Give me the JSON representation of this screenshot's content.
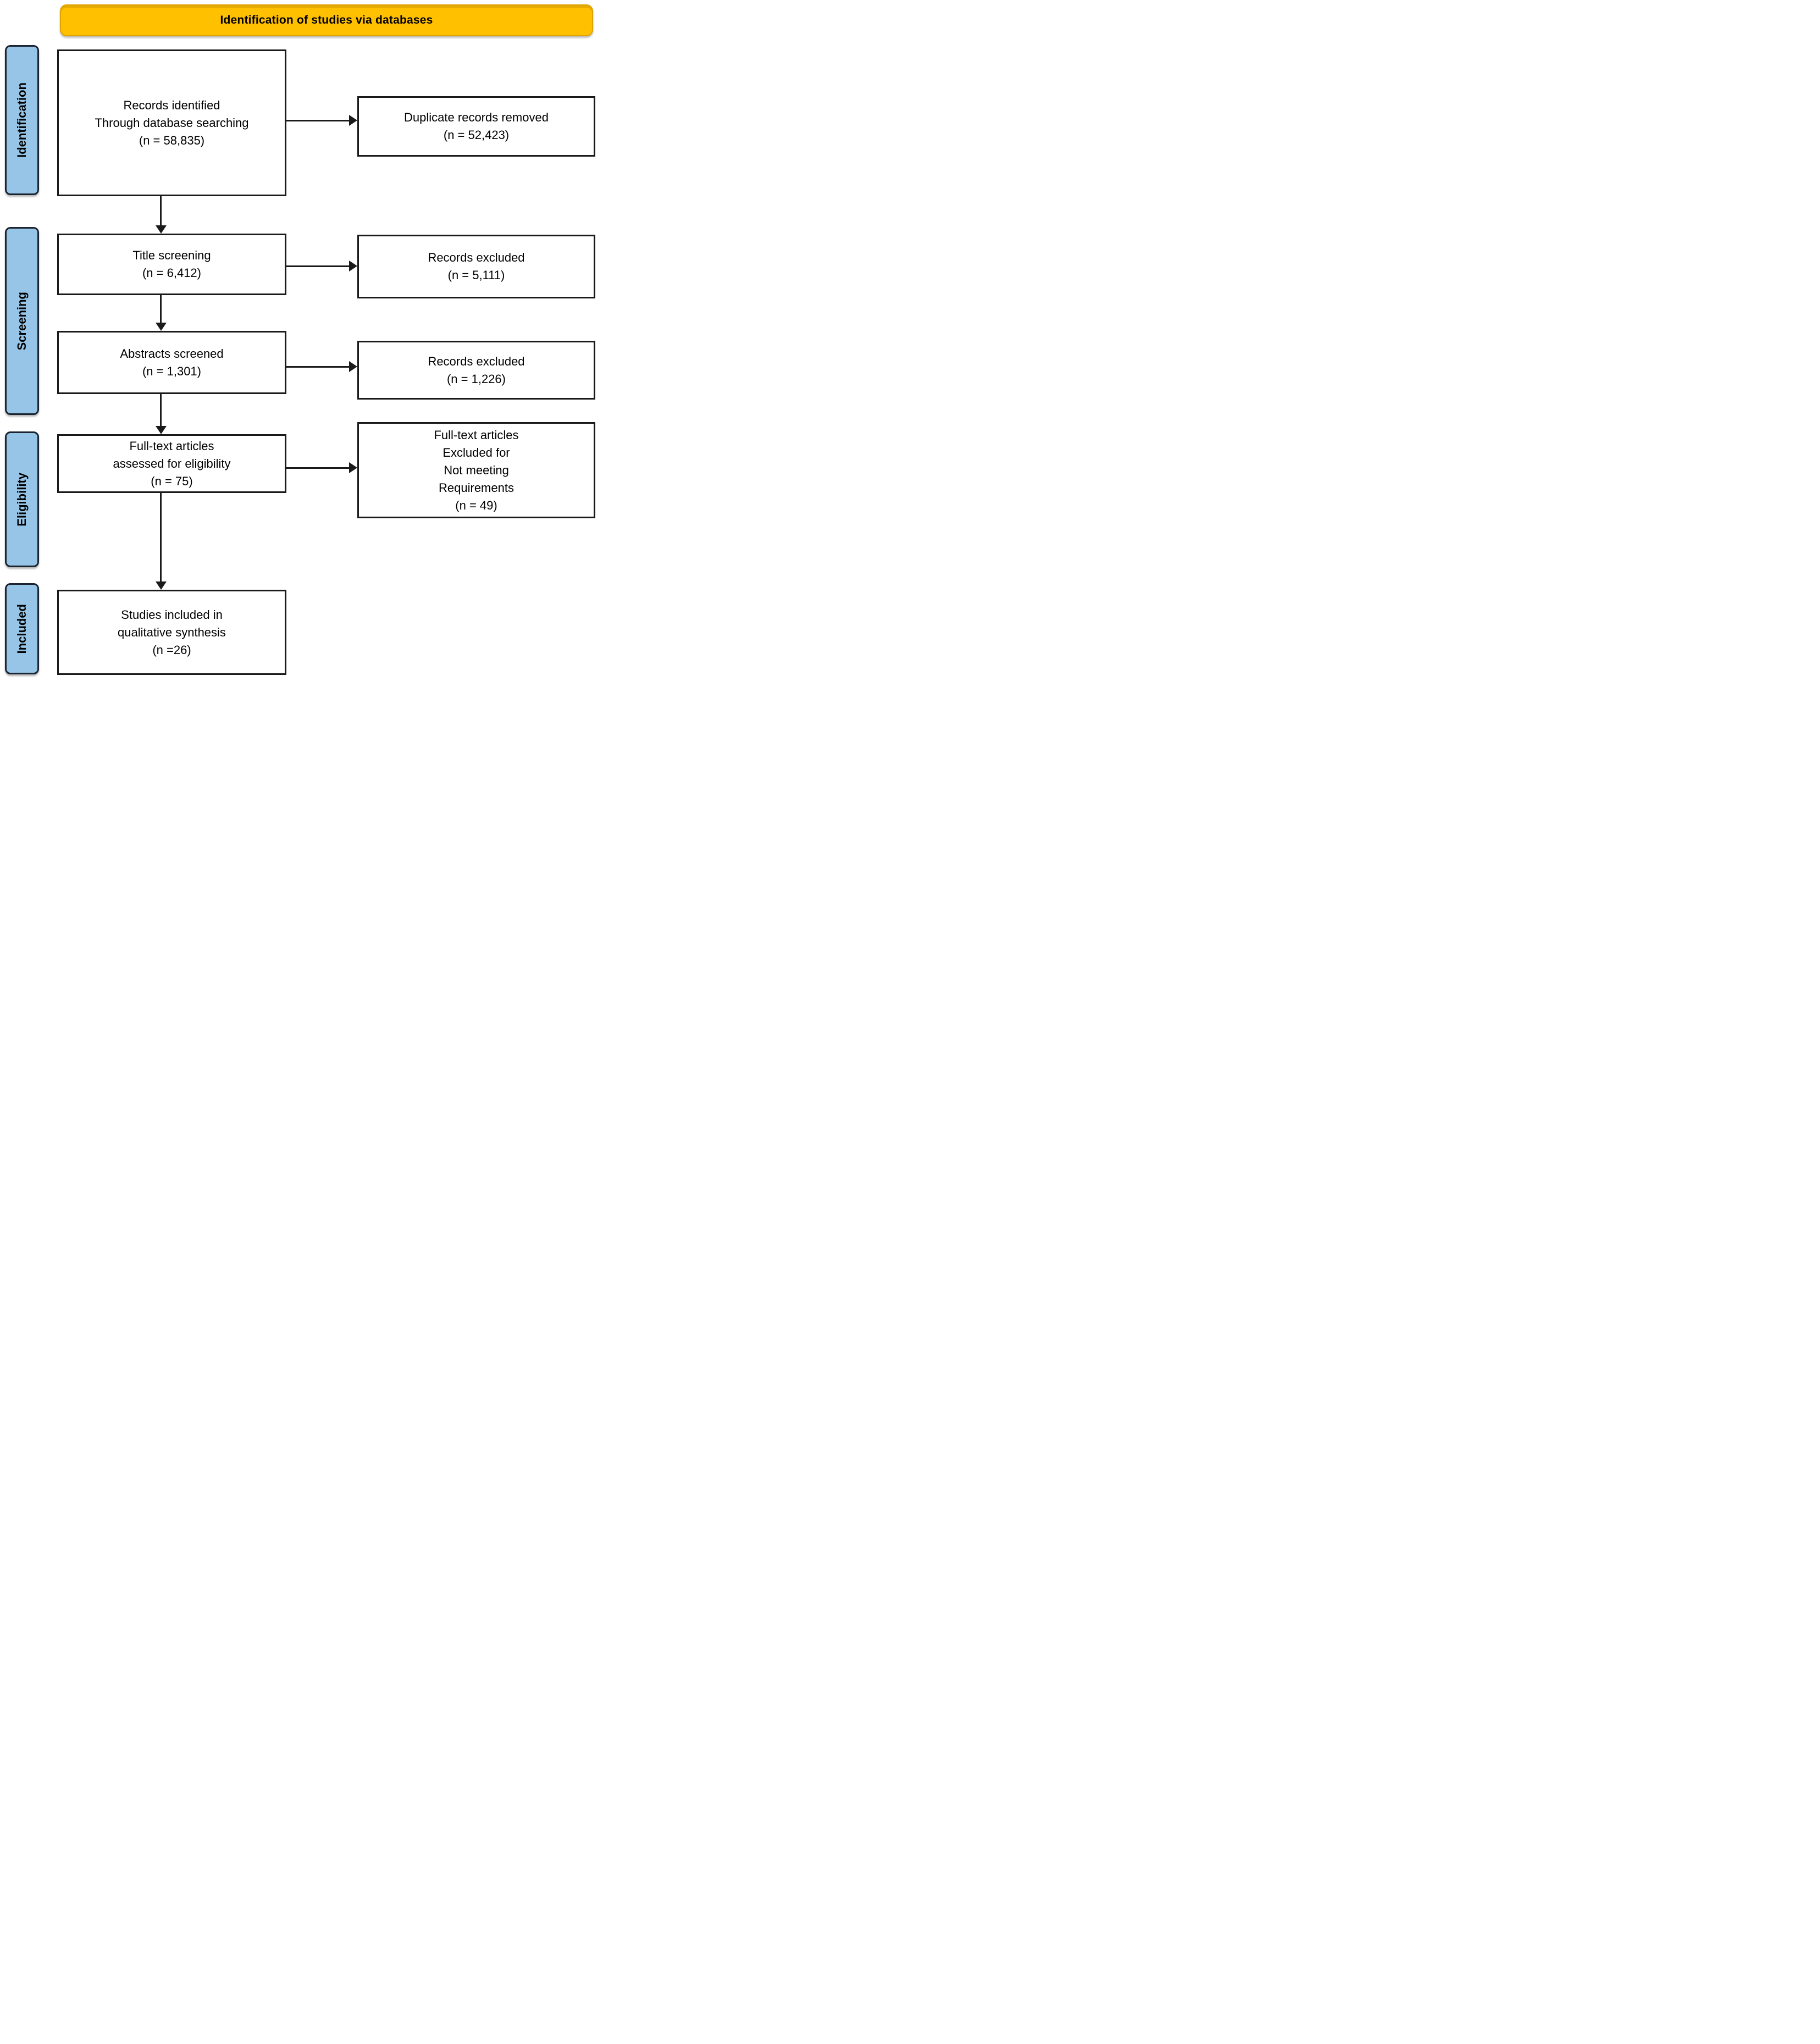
{
  "banner": {
    "title": "Identification of studies via databases"
  },
  "stages": [
    {
      "label": "Identification"
    },
    {
      "label": "Screening"
    },
    {
      "label": "Eligibility"
    },
    {
      "label": "Included"
    }
  ],
  "boxes": {
    "records_identified": {
      "lines": [
        "Records identified",
        "Through database searching",
        "(n = 58,835)"
      ]
    },
    "title_screening": {
      "lines": [
        "Title screening",
        "(n = 6,412)"
      ]
    },
    "abstracts_screened": {
      "lines": [
        "Abstracts screened",
        "(n = 1,301)"
      ]
    },
    "fulltext_assessed": {
      "lines": [
        "Full-text articles",
        "assessed for eligibility",
        "(n = 75)"
      ]
    },
    "studies_included": {
      "lines": [
        "Studies included in",
        "qualitative synthesis",
        "(n =26)"
      ]
    },
    "duplicates_removed": {
      "lines": [
        "Duplicate records removed",
        "(n = 52,423)"
      ]
    },
    "records_excluded_title": {
      "lines": [
        "Records excluded",
        "(n = 5,111)"
      ]
    },
    "records_excluded_abstract": {
      "lines": [
        "Records excluded",
        "(n = 1,226)"
      ]
    },
    "fulltext_excluded": {
      "lines": [
        "Full-text articles",
        "Excluded for",
        "Not meeting",
        "Requirements",
        "(n = 49)"
      ]
    }
  },
  "colors": {
    "banner_fill": "#FFC000",
    "banner_border": "#DFA300",
    "stage_fill": "#97C5E8",
    "stage_border": "#1B2430",
    "box_fill": "#FFFFFF",
    "box_border": "#1A1A1A",
    "arrow": "#1A1A1A",
    "text": "#000000"
  }
}
